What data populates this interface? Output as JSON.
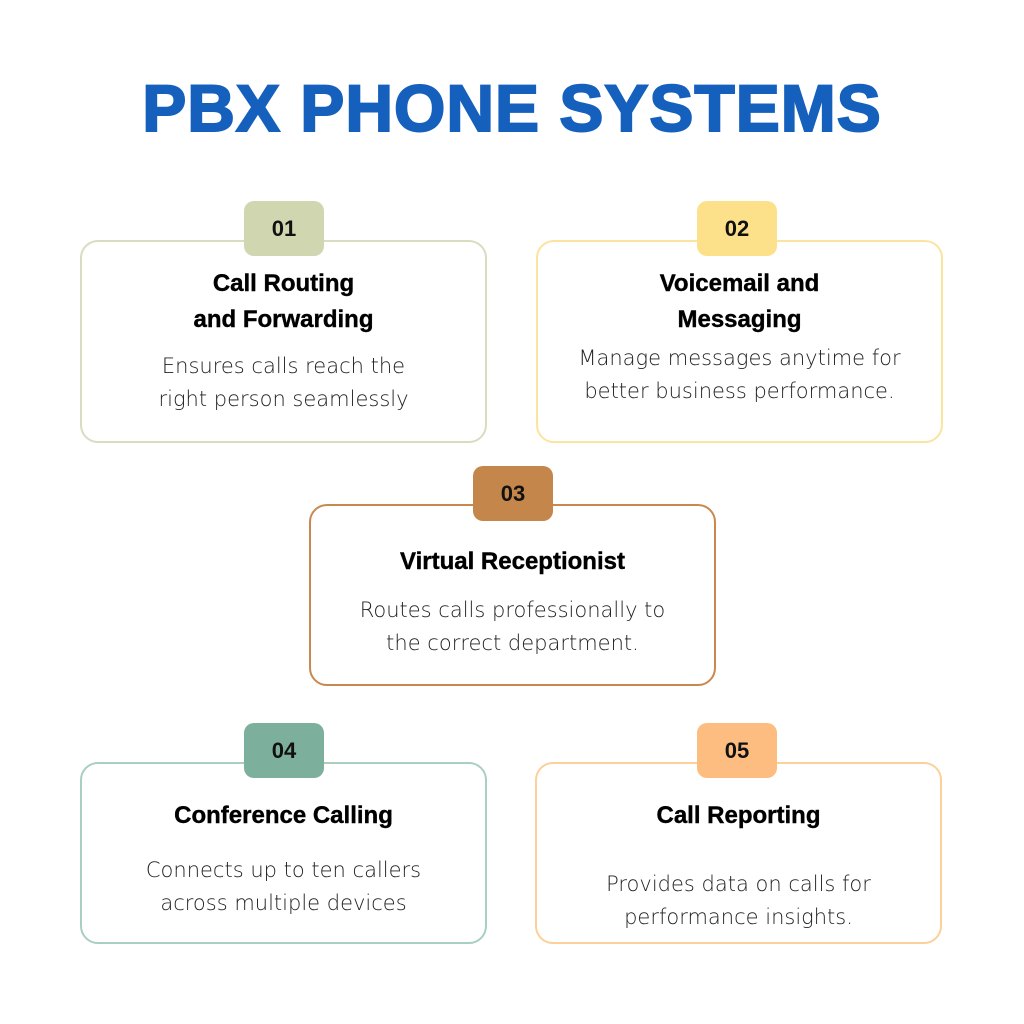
{
  "title": "PBX PHONE SYSTEMS",
  "colors": {
    "title": "#1560bd"
  },
  "cards": [
    {
      "number": "01",
      "title_lines": [
        "Call Routing",
        "and Forwarding"
      ],
      "body_lines": [
        "Ensures calls reach the",
        "right person seamlessly"
      ],
      "badge_color": "#cfd6b0",
      "border_color": "#d9dcc0"
    },
    {
      "number": "02",
      "title_lines": [
        "Voicemail and",
        "Messaging"
      ],
      "body_lines": [
        "Manage messages anytime for",
        "better business performance."
      ],
      "badge_color": "#fde08a",
      "border_color": "#fbe3a0"
    },
    {
      "number": "03",
      "title_lines": [
        "Virtual Receptionist"
      ],
      "body_lines": [
        "Routes calls professionally to",
        "the correct department."
      ],
      "badge_color": "#c4864a",
      "border_color": "#c9894e"
    },
    {
      "number": "04",
      "title_lines": [
        "Conference Calling"
      ],
      "body_lines": [
        "Connects up to ten callers",
        "across multiple devices"
      ],
      "badge_color": "#7cb09c",
      "border_color": "#a8cfc0"
    },
    {
      "number": "05",
      "title_lines": [
        "Call Reporting"
      ],
      "body_lines": [
        "Provides data on calls for",
        "performance insights."
      ],
      "badge_color": "#fdbd80",
      "border_color": "#fcd09a"
    }
  ]
}
